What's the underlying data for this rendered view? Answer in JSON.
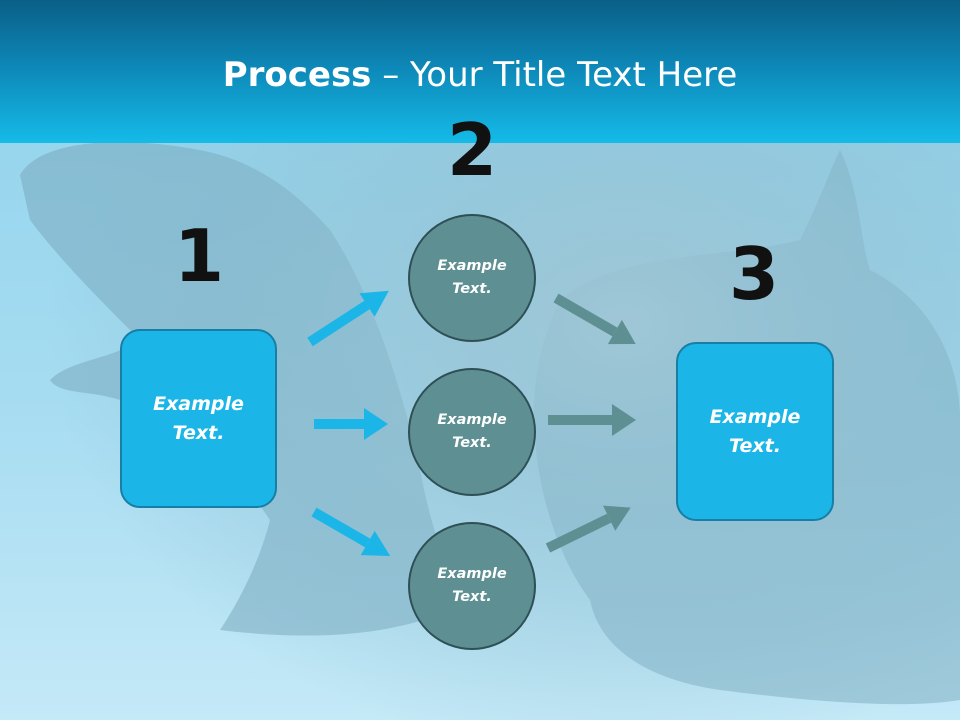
{
  "title": {
    "bold": "Process",
    "rest": " – Your Title Text Here"
  },
  "steps": {
    "one": "1",
    "two": "2",
    "three": "3"
  },
  "left_box": {
    "text": "Example Text."
  },
  "right_box": {
    "text": "Example Text."
  },
  "circles": [
    {
      "text": "Example Text."
    },
    {
      "text": "Example Text."
    },
    {
      "text": "Example Text."
    }
  ],
  "colors": {
    "header": "#0d86b6",
    "box": "#1bb6e7",
    "circle": "#5e8f93",
    "arrow_in": "#1bb6e7",
    "arrow_out": "#5e8f93"
  }
}
